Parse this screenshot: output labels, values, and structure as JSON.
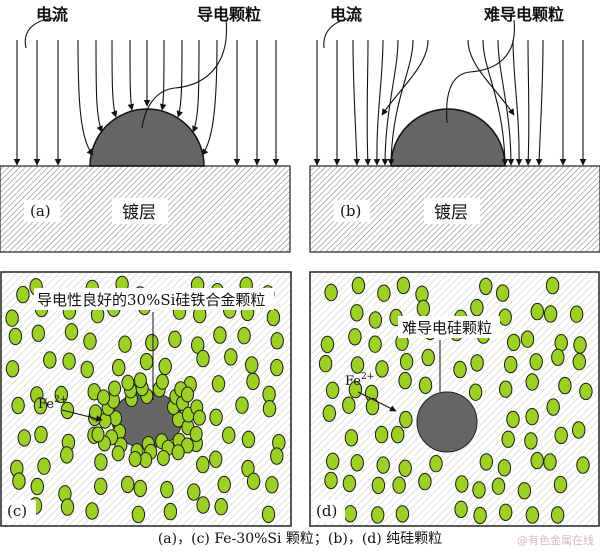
{
  "panel_a": {
    "current_label": "电流",
    "particle_label": "导电颗粒",
    "tag": "(a)",
    "coating_label": "镀层"
  },
  "panel_b": {
    "current_label": "电流",
    "particle_label": "难导电颗粒",
    "tag": "(b)",
    "coating_label": "镀层"
  },
  "panel_c": {
    "title": "导电性良好的30%Si硅铁合金颗粒",
    "ion_label": "Fe",
    "ion_charge": "2+",
    "tag": "(c)"
  },
  "panel_d": {
    "title": "难导电硅颗粒",
    "ion_label": "Fe",
    "ion_charge": "2+",
    "tag": "(d)"
  },
  "caption": "(a)，(c) Fe-30%Si 颗粒；(b)，(d)  纯硅颗粒",
  "watermark": "@有色金属在线",
  "colors": {
    "particle": "#666666",
    "green": "#9bd21e",
    "outline": "#222222"
  }
}
